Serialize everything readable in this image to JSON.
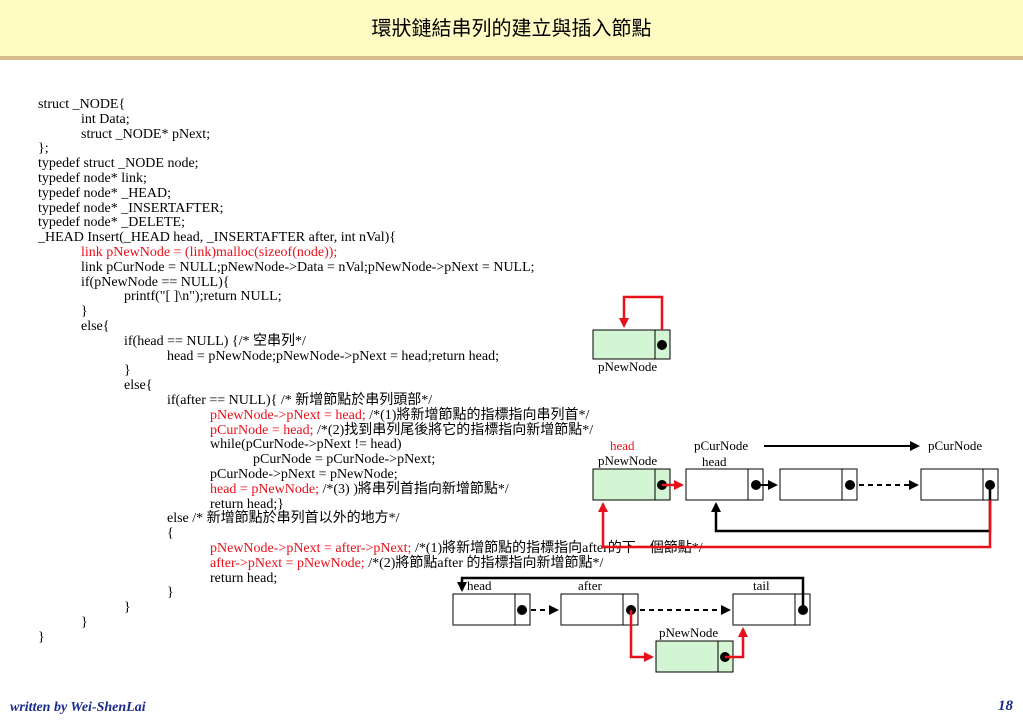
{
  "title": "環狀鏈結串列的建立與插入節點",
  "code_lines": [
    {
      "indent": 0,
      "segments": [
        {
          "text": "struct _NODE{",
          "red": false
        }
      ]
    },
    {
      "indent": 1,
      "segments": [
        {
          "text": "int Data;",
          "red": false
        }
      ]
    },
    {
      "indent": 1,
      "segments": [
        {
          "text": "struct _NODE* pNext;",
          "red": false
        }
      ]
    },
    {
      "indent": 0,
      "segments": [
        {
          "text": "};",
          "red": false
        }
      ]
    },
    {
      "indent": 0,
      "segments": [
        {
          "text": "typedef struct _NODE node;",
          "red": false
        }
      ]
    },
    {
      "indent": 0,
      "segments": [
        {
          "text": "typedef node* link;",
          "red": false
        }
      ]
    },
    {
      "indent": 0,
      "segments": [
        {
          "text": "typedef node* _HEAD;",
          "red": false
        }
      ]
    },
    {
      "indent": 0,
      "segments": [
        {
          "text": "typedef node* _INSERTAFTER;",
          "red": false
        }
      ]
    },
    {
      "indent": 0,
      "segments": [
        {
          "text": "typedef node* _DELETE;",
          "red": false
        }
      ]
    },
    {
      "indent": 0,
      "segments": [
        {
          "text": "_HEAD Insert(_HEAD head, _INSERTAFTER after, int nVal){",
          "red": false
        }
      ]
    },
    {
      "indent": 1,
      "segments": [
        {
          "text": "link pNewNode = (link)malloc(sizeof(node));",
          "red": true
        }
      ]
    },
    {
      "indent": 1,
      "segments": [
        {
          "text": "link pCurNode = NULL;pNewNode->Data = nVal;pNewNode->pNext = NULL;",
          "red": false
        }
      ]
    },
    {
      "indent": 1,
      "segments": [
        {
          "text": "if(pNewNode == NULL){",
          "red": false
        }
      ]
    },
    {
      "indent": 2,
      "segments": [
        {
          "text": "printf(\"[ ]\\n\");return NULL;",
          "red": false
        }
      ]
    },
    {
      "indent": 1,
      "segments": [
        {
          "text": "}",
          "red": false
        }
      ]
    },
    {
      "indent": 1,
      "segments": [
        {
          "text": "else{",
          "red": false
        }
      ]
    },
    {
      "indent": 2,
      "segments": [
        {
          "text": "if(head == NULL) {/* 空串列*/",
          "red": false
        }
      ]
    },
    {
      "indent": 3,
      "segments": [
        {
          "text": "head = pNewNode;pNewNode->pNext = head;return head;",
          "red": false
        }
      ]
    },
    {
      "indent": 2,
      "segments": [
        {
          "text": "}",
          "red": false
        }
      ]
    },
    {
      "indent": 2,
      "segments": [
        {
          "text": "else{",
          "red": false
        }
      ]
    },
    {
      "indent": 3,
      "segments": [
        {
          "text": "if(after == NULL){ /* 新增節點於串列頭部*/",
          "red": false
        }
      ]
    },
    {
      "indent": 4,
      "segments": [
        {
          "text": "pNewNode->pNext = head;",
          "red": true
        },
        {
          "text": " /*(1)將新增節點的指標指向串列首*/",
          "red": false
        }
      ]
    },
    {
      "indent": 4,
      "segments": [
        {
          "text": "pCurNode = head;",
          "red": true
        },
        {
          "text": " /*(2)找到串列尾後將它的指標指向新增節點*/",
          "red": false
        }
      ]
    },
    {
      "indent": 4,
      "segments": [
        {
          "text": "while(pCurNode->pNext != head)",
          "red": false
        }
      ]
    },
    {
      "indent": 5,
      "segments": [
        {
          "text": "pCurNode = pCurNode->pNext;",
          "red": false
        }
      ]
    },
    {
      "indent": 4,
      "segments": [
        {
          "text": "pCurNode->pNext = pNewNode;",
          "red": false
        }
      ]
    },
    {
      "indent": 4,
      "segments": [
        {
          "text": "head = pNewNode;",
          "red": true
        },
        {
          "text": " /*(3) )將串列首指向新增節點*/",
          "red": false
        }
      ]
    },
    {
      "indent": 4,
      "segments": [
        {
          "text": "return head;}",
          "red": false
        }
      ]
    },
    {
      "indent": 3,
      "segments": [
        {
          "text": "else /* 新增節點於串列首以外的地方*/",
          "red": false
        }
      ]
    },
    {
      "indent": 3,
      "segments": [
        {
          "text": "{",
          "red": false
        }
      ]
    },
    {
      "indent": 4,
      "segments": [
        {
          "text": "pNewNode->pNext = after->pNext;",
          "red": true
        },
        {
          "text": " /*(1)將新增節點的指標指向after的下一個節點*/",
          "red": false
        }
      ]
    },
    {
      "indent": 4,
      "segments": [
        {
          "text": "after->pNext = pNewNode;",
          "red": true
        },
        {
          "text": " /*(2)將節點after 的指標指向新增節點*/",
          "red": false
        }
      ]
    },
    {
      "indent": 4,
      "segments": [
        {
          "text": "return head;",
          "red": false
        }
      ]
    },
    {
      "indent": 3,
      "segments": [
        {
          "text": "}",
          "red": false
        }
      ]
    },
    {
      "indent": 2,
      "segments": [
        {
          "text": "}",
          "red": false
        }
      ]
    },
    {
      "indent": 1,
      "segments": [
        {
          "text": "}",
          "red": false
        }
      ]
    },
    {
      "indent": 0,
      "segments": [
        {
          "text": "}",
          "red": false
        }
      ]
    }
  ],
  "diagram": {
    "top": {
      "new_node_label": "pNewNode"
    },
    "middle": {
      "curnode_label_left": "pCurNode",
      "curnode_label_right": "pCurNode",
      "head_label_red": "head",
      "head_label_black": "head",
      "new_node_label": "pNewNode"
    },
    "bottom": {
      "head_label": "head",
      "after_label": "after",
      "tail_label": "tail",
      "new_node_label": "pNewNode"
    }
  },
  "colors": {
    "accent_red": "#e8101a",
    "node_fill_new": "#d4f5d4",
    "title_bg": "#fffbc2"
  },
  "footer": {
    "author": "written by Wei-ShenLai",
    "page": "18"
  }
}
